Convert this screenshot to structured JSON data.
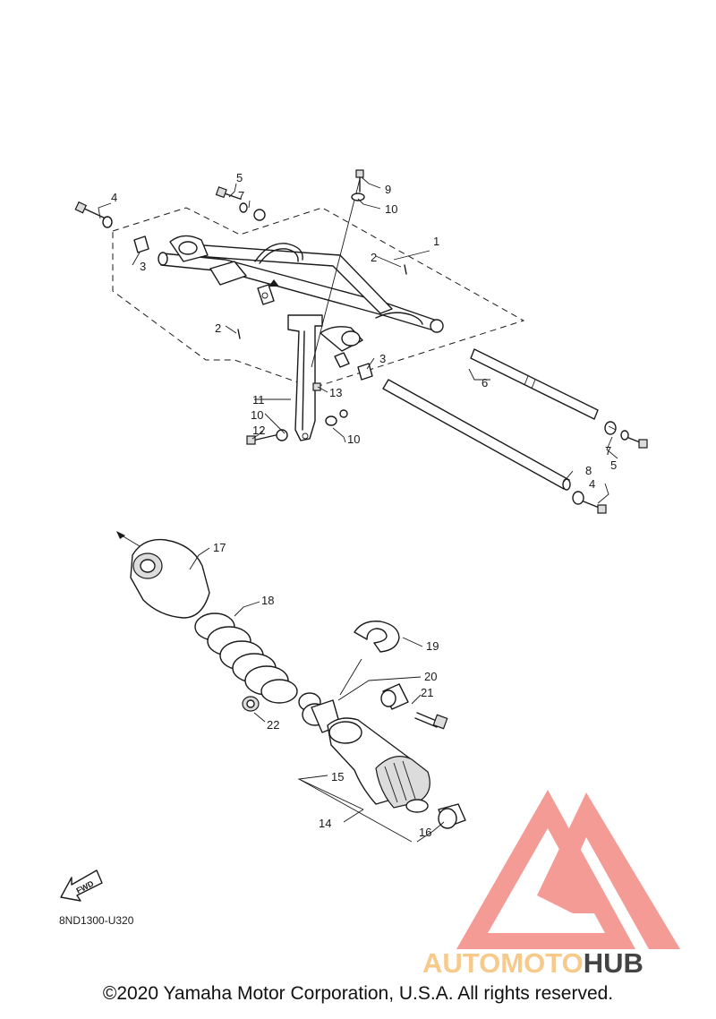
{
  "diagram": {
    "callouts": [
      {
        "id": "c1",
        "label": "1"
      },
      {
        "id": "c2a",
        "label": "2"
      },
      {
        "id": "c2b",
        "label": "2"
      },
      {
        "id": "c3a",
        "label": "3"
      },
      {
        "id": "c3b",
        "label": "3"
      },
      {
        "id": "c4a",
        "label": "4"
      },
      {
        "id": "c4b",
        "label": "4"
      },
      {
        "id": "c5a",
        "label": "5"
      },
      {
        "id": "c5b",
        "label": "5"
      },
      {
        "id": "c6",
        "label": "6"
      },
      {
        "id": "c7a",
        "label": "7"
      },
      {
        "id": "c7b",
        "label": "7"
      },
      {
        "id": "c8",
        "label": "8"
      },
      {
        "id": "c9",
        "label": "9"
      },
      {
        "id": "c10a",
        "label": "10"
      },
      {
        "id": "c10b",
        "label": "10"
      },
      {
        "id": "c10c",
        "label": "10"
      },
      {
        "id": "c11",
        "label": "11"
      },
      {
        "id": "c12",
        "label": "12"
      },
      {
        "id": "c13",
        "label": "13"
      },
      {
        "id": "c14",
        "label": "14"
      },
      {
        "id": "c15",
        "label": "15"
      },
      {
        "id": "c16",
        "label": "16"
      },
      {
        "id": "c17",
        "label": "17"
      },
      {
        "id": "c18",
        "label": "18"
      },
      {
        "id": "c19",
        "label": "19"
      },
      {
        "id": "c20",
        "label": "20"
      },
      {
        "id": "c21",
        "label": "21"
      },
      {
        "id": "c22",
        "label": "22"
      }
    ],
    "diagram_code": "8ND1300-U320",
    "fwd_label": "FWD"
  },
  "watermark": {
    "brand_part1": "AUTOMOTO",
    "brand_part2": "HUB",
    "color_primary": "#f28a82",
    "color_secondary": "#f7c98a",
    "color_dark": "#444444"
  },
  "footer": {
    "copyright": "©2020 Yamaha Motor Corporation, U.S.A. All rights reserved."
  }
}
